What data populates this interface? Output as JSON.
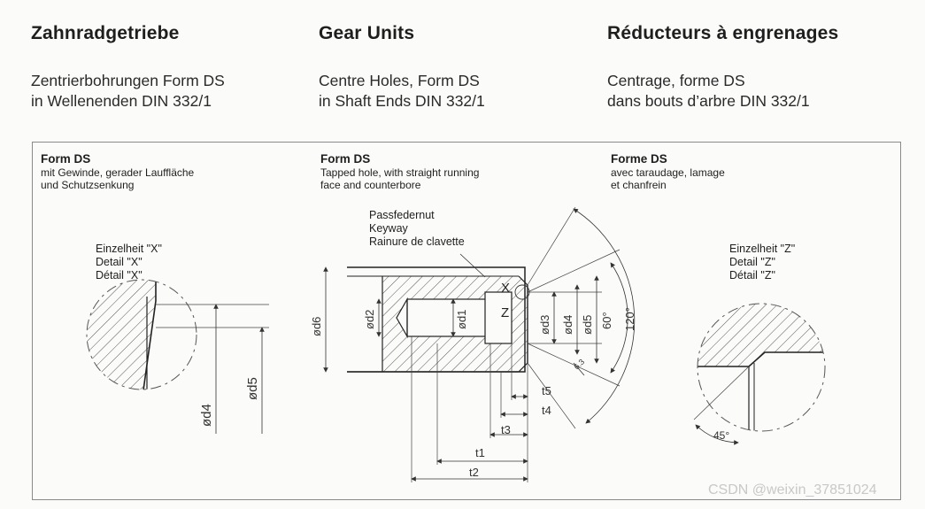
{
  "headers": {
    "de": "Zahnradgetriebe",
    "en": "Gear Units",
    "fr": "Réducteurs à engrenages"
  },
  "subtitles": {
    "de": [
      "Zentrierbohrungen Form DS",
      "in Wellenenden DIN 332/1"
    ],
    "en": [
      "Centre Holes, Form DS",
      "in Shaft Ends DIN 332/1"
    ],
    "fr": [
      "Centrage, forme DS",
      "dans bouts d’arbre DIN 332/1"
    ]
  },
  "captions": {
    "de": {
      "title": "Form DS",
      "lines": [
        "mit Gewinde, gerader Lauffläche",
        "und Schutzsenkung"
      ]
    },
    "en": {
      "title": "Form DS",
      "lines": [
        "Tapped hole, with straight running",
        "face and counterbore"
      ]
    },
    "fr": {
      "title": "Forme DS",
      "lines": [
        "avec taraudage, lamage",
        "et chanfrein"
      ]
    }
  },
  "detail_x": [
    "Einzelheit \"X\"",
    "Detail \"X\"",
    "Détail \"X\""
  ],
  "detail_z": [
    "Einzelheit \"Z\"",
    "Detail \"Z\"",
    "Détail \"Z\""
  ],
  "keyway": [
    "Passfedernut",
    "Keyway",
    "Rainure de clavette"
  ],
  "dims": {
    "d1": "ød1",
    "d2": "ød2",
    "d3": "ød3",
    "d4": "ød4",
    "d5": "ød5",
    "d6": "ød6",
    "t1": "t1",
    "t2": "t2",
    "t3": "t3",
    "t4": "t4",
    "t5": "t5",
    "x": "X",
    "z": "Z",
    "a60": "60°",
    "a120": "120°",
    "a45": "45°",
    "dx4": "ød4",
    "dx5": "ød5"
  },
  "watermark": "CSDN @weixin_37851024"
}
